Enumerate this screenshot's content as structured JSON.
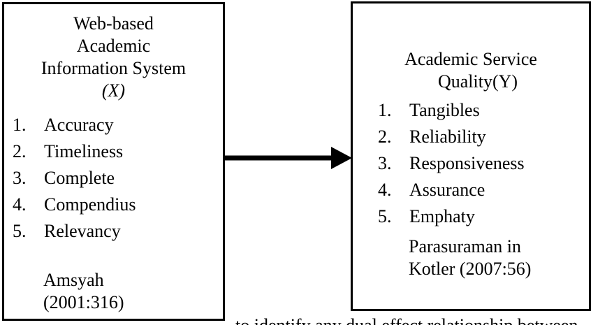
{
  "left_box": {
    "title_lines": [
      "Web-based",
      "Academic",
      "Information System",
      "(X)"
    ],
    "items": [
      {
        "num": "1.",
        "label": "Accuracy"
      },
      {
        "num": "2.",
        "label": "Timeliness"
      },
      {
        "num": "3.",
        "label": "Complete"
      },
      {
        "num": "4.",
        "label": "Compendius"
      },
      {
        "num": "5.",
        "label": "Relevancy"
      }
    ],
    "source_lines": [
      "Amsyah",
      "(2001:316)"
    ]
  },
  "right_box": {
    "title_lines": [
      "Academic Service",
      "Quality(Y)"
    ],
    "items": [
      {
        "num": "1.",
        "label": "Tangibles"
      },
      {
        "num": "2.",
        "label": "Reliability"
      },
      {
        "num": "3.",
        "label": "Responsiveness"
      },
      {
        "num": "4.",
        "label": "Assurance"
      },
      {
        "num": "5.",
        "label": "Emphaty"
      }
    ],
    "source_lines": [
      "Parasuraman in",
      "Kotler (2007:56)"
    ]
  },
  "footer_text": "to identify any dual effect relationship between"
}
